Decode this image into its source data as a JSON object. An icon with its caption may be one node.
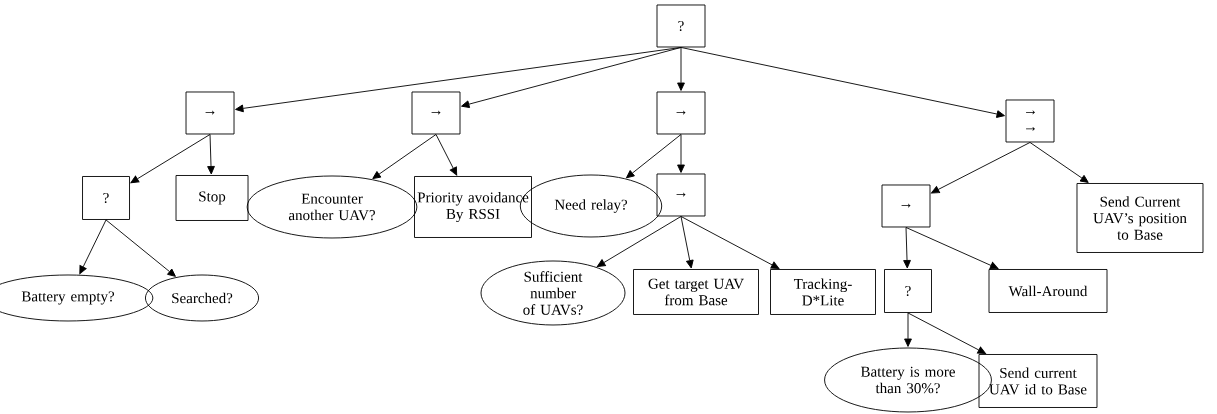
{
  "diagram": {
    "nodes": [
      {
        "text": [
          "?"
        ]
      },
      {
        "text": [
          "→"
        ]
      },
      {
        "text": [
          "→"
        ]
      },
      {
        "text": [
          "→"
        ]
      },
      {
        "text": [
          "→ →"
        ]
      },
      {
        "text": [
          "?"
        ]
      },
      {
        "text": [
          "Stop"
        ]
      },
      {
        "text": [
          "Encounter another UAV?"
        ]
      },
      {
        "text": [
          "Priority avoidance By RSSI"
        ]
      },
      {
        "text": [
          "Need relay?"
        ]
      },
      {
        "text": [
          "→"
        ]
      },
      {
        "text": [
          "Battery empty?"
        ]
      },
      {
        "text": [
          "Searched?"
        ]
      },
      {
        "text": [
          "Sufficient number of UAVs?"
        ]
      },
      {
        "text": [
          "Get target UAV from Base"
        ]
      },
      {
        "text": [
          "Tracking-D*Lite"
        ]
      },
      {
        "text": [
          "→"
        ]
      },
      {
        "text": [
          "Send Current UAV’s position to Base"
        ]
      },
      {
        "text": [
          "?"
        ]
      },
      {
        "text": [
          "Wall-Around"
        ]
      },
      {
        "text": [
          "Battery is more than 30%?"
        ]
      },
      {
        "text": [
          "Send current UAV id to Base"
        ]
      }
    ],
    "edges": [
      {
        "from": 0,
        "to": 1,
        "arrow": "to"
      },
      {
        "from": 0,
        "to": 2,
        "arrow": "to"
      },
      {
        "from": 0,
        "to": 3,
        "arrow": "to"
      },
      {
        "from": 0,
        "to": 4,
        "arrow": "to"
      },
      {
        "from": 1,
        "to": 5,
        "arrow": "to"
      },
      {
        "from": 1,
        "to": 6,
        "arrow": "to"
      },
      {
        "from": 2,
        "to": 7,
        "arrow": "to"
      },
      {
        "from": 2,
        "to": 8,
        "arrow": "to"
      },
      {
        "from": 3,
        "to": 9,
        "arrow": "to"
      },
      {
        "from": 3,
        "to": 10,
        "arrow": "to"
      },
      {
        "from": 4,
        "to": 16,
        "arrow": "to"
      },
      {
        "from": 4,
        "to": 17,
        "arrow": "to"
      },
      {
        "from": 5,
        "to": 11,
        "arrow": "to"
      },
      {
        "from": 5,
        "to": 12,
        "arrow": "to"
      },
      {
        "from": 10,
        "to": 13,
        "arrow": "to"
      },
      {
        "from": 10,
        "to": 14,
        "arrow": "to"
      },
      {
        "from": 10,
        "to": 15,
        "arrow": "to"
      },
      {
        "from": 16,
        "to": 18,
        "arrow": "to"
      },
      {
        "from": 16,
        "to": 19,
        "arrow": "to"
      },
      {
        "from": 18,
        "to": 20,
        "arrow": "to"
      },
      {
        "from": 18,
        "to": 21,
        "arrow": "to"
      }
    ]
  }
}
